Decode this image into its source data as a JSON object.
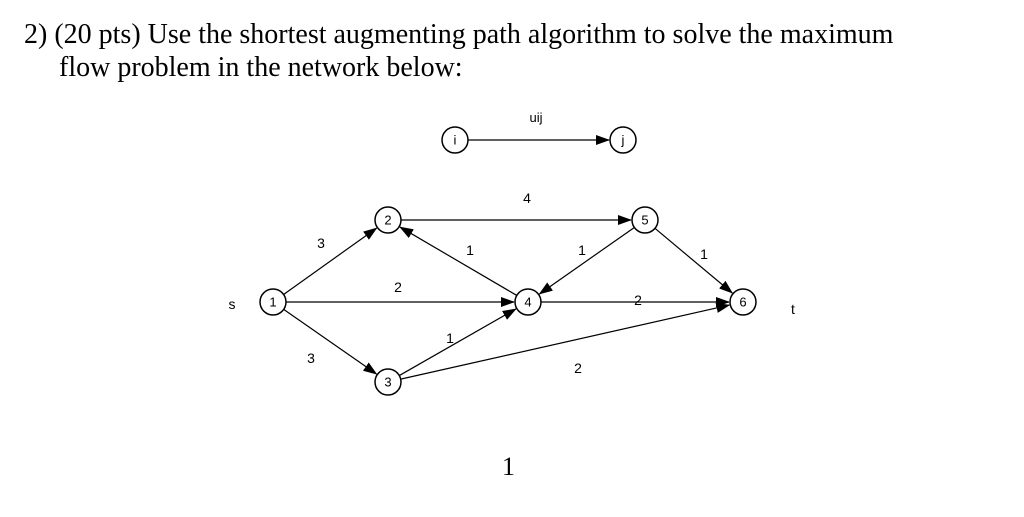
{
  "problem": {
    "line1": "2)  (20 pts) Use the shortest augmenting path algorithm to solve the maximum",
    "line2": "flow problem in the network below:"
  },
  "legend": {
    "from": "i",
    "to": "j",
    "label": "uij"
  },
  "nodes": [
    {
      "id": "1",
      "label": "1"
    },
    {
      "id": "2",
      "label": "2"
    },
    {
      "id": "3",
      "label": "3"
    },
    {
      "id": "4",
      "label": "4"
    },
    {
      "id": "5",
      "label": "5"
    },
    {
      "id": "6",
      "label": "6"
    }
  ],
  "edges": [
    {
      "from": "1",
      "to": "2",
      "capacity": "3"
    },
    {
      "from": "1",
      "to": "4",
      "capacity": "2"
    },
    {
      "from": "1",
      "to": "3",
      "capacity": "3"
    },
    {
      "from": "2",
      "to": "5",
      "capacity": "4"
    },
    {
      "from": "4",
      "to": "2",
      "capacity": "1"
    },
    {
      "from": "5",
      "to": "4",
      "capacity": "1"
    },
    {
      "from": "5",
      "to": "6",
      "capacity": "1"
    },
    {
      "from": "3",
      "to": "4",
      "capacity": "1"
    },
    {
      "from": "4",
      "to": "6",
      "capacity": "2"
    },
    {
      "from": "3",
      "to": "6",
      "capacity": "2"
    }
  ],
  "source_label": "s",
  "sink_label": "t",
  "page_number": "1"
}
